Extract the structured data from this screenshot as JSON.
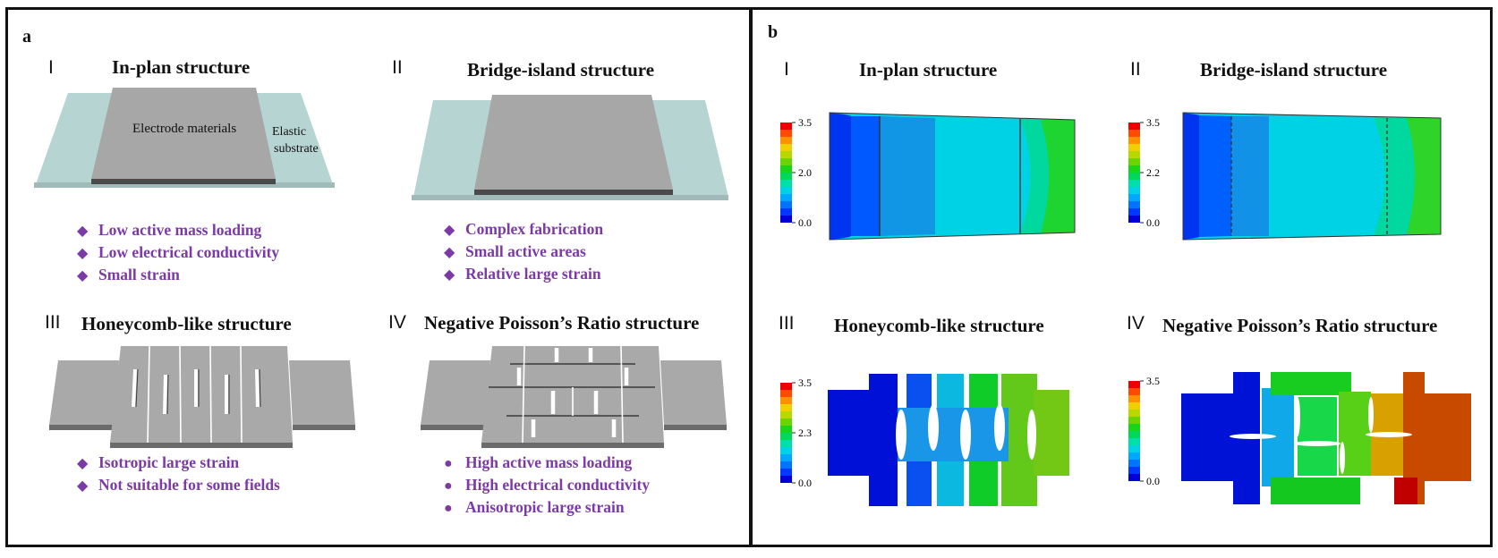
{
  "panel_a": {
    "label": "a",
    "quadrants": [
      {
        "numeral": "I",
        "title": "In-plan structure",
        "marker": "◆",
        "bullets": [
          "Low active mass loading",
          "Low electrical conductivity",
          "Small strain"
        ]
      },
      {
        "numeral": "II",
        "title": "Bridge-island structure",
        "marker": "◆",
        "bullets": [
          "Complex fabrication",
          "Small active areas",
          "Relative large strain"
        ]
      },
      {
        "numeral": "III",
        "title": "Honeycomb-like structure",
        "marker": "◆",
        "bullets": [
          "Isotropic large strain",
          "Not suitable for some fields"
        ]
      },
      {
        "numeral": "IV",
        "title": "Negative Poisson’s Ratio structure",
        "marker": "●",
        "bullets": [
          "High active mass loading",
          "High electrical conductivity",
          "Anisotropic large strain"
        ]
      }
    ],
    "electrode_label": "Electrode materials",
    "substrate_label_line1": "Elastic",
    "substrate_label_line2": "substrate"
  },
  "panel_b": {
    "label": "b",
    "quadrants": [
      {
        "numeral": "I",
        "title": "In-plan structure",
        "scale": [
          "3.5",
          "2.0",
          "0.0"
        ]
      },
      {
        "numeral": "II",
        "title": "Bridge-island structure",
        "scale": [
          "3.5",
          "2.2",
          "0.0"
        ]
      },
      {
        "numeral": "III",
        "title": "Honeycomb-like structure",
        "scale": [
          "3.5",
          "2.3",
          "0.0"
        ]
      },
      {
        "numeral": "IV",
        "title": "Negative Poisson’s Ratio structure",
        "scale": [
          "3.5",
          "0.0"
        ]
      }
    ]
  },
  "colors": {
    "accent_purple": "#7b3aa6",
    "substrate": "#b6d4d2",
    "electrode": "#a7a7a7",
    "scale": [
      "#0000d6",
      "#0038ff",
      "#0073ff",
      "#00a8ff",
      "#00d2e6",
      "#00e0a8",
      "#00d85a",
      "#1ad41a",
      "#6bd400",
      "#b8d800",
      "#f0d000",
      "#ff9000",
      "#ff4a00",
      "#ef0000"
    ]
  }
}
